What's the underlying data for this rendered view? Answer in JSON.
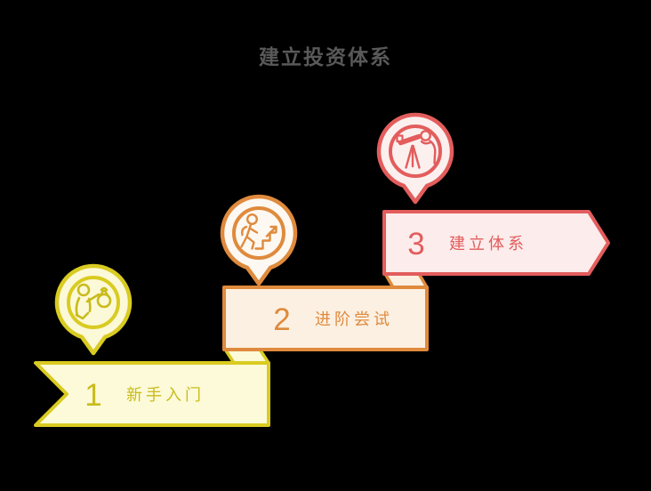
{
  "title": {
    "text": "建立投资体系",
    "color": "#595959"
  },
  "background_color": "#000000",
  "steps": [
    {
      "number": "1",
      "label": "新手入门",
      "icon": "beginner-money-bag-icon",
      "colors": {
        "stroke": "#d9cb21",
        "banner_fill": "#fcfad8",
        "balloon_fill": "#fcf9d8",
        "text": "#c9bb1c"
      }
    },
    {
      "number": "2",
      "label": "进阶尝试",
      "icon": "climb-stairs-arrow-icon",
      "colors": {
        "stroke": "#df8a3d",
        "banner_fill": "#fcf0e2",
        "balloon_fill": "#fdf8f1",
        "text": "#df8a3d"
      }
    },
    {
      "number": "3",
      "label": "建立体系",
      "icon": "telescope-outlook-icon",
      "colors": {
        "stroke": "#e25d5c",
        "banner_fill": "#fcecec",
        "balloon_fill": "#fcf0ef",
        "text": "#e25d5c"
      }
    }
  ]
}
